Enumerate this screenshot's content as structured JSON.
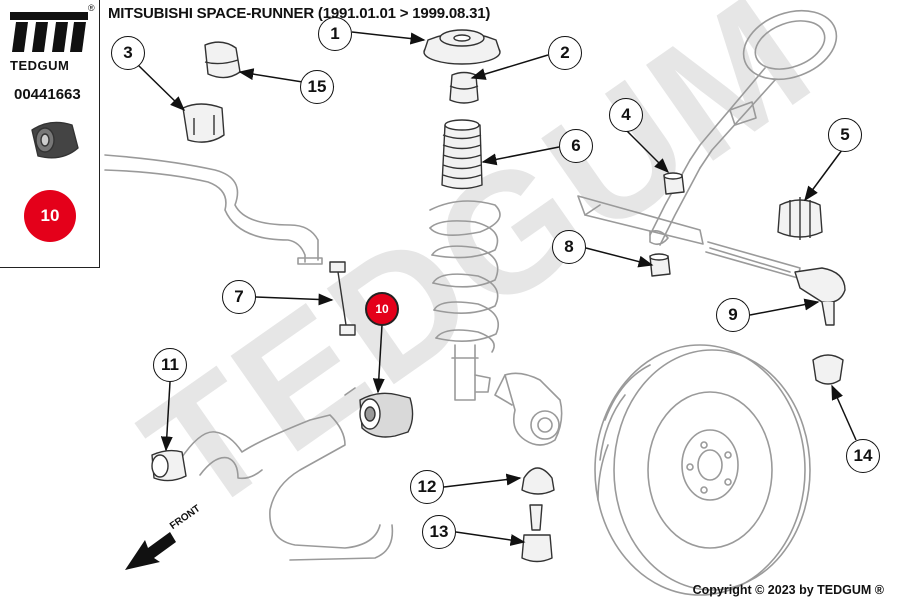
{
  "header": {
    "title": "MITSUBISHI SPACE-RUNNER (1991.01.01 > 1999.08.31)",
    "copyright": "Copyright © 2023 by TEDGUM ®"
  },
  "panel": {
    "brand": "TEDGUM",
    "registered": "®",
    "part_number": "00441663",
    "highlight_number": "10"
  },
  "watermark": "TEDGUM",
  "front_label": "FRONT",
  "callouts": [
    "1",
    "2",
    "3",
    "4",
    "5",
    "6",
    "7",
    "8",
    "9",
    "10",
    "11",
    "12",
    "13",
    "14",
    "15"
  ],
  "colors": {
    "highlight": "#e4001a",
    "line": "#555555",
    "watermark": "#e0e0e0"
  }
}
